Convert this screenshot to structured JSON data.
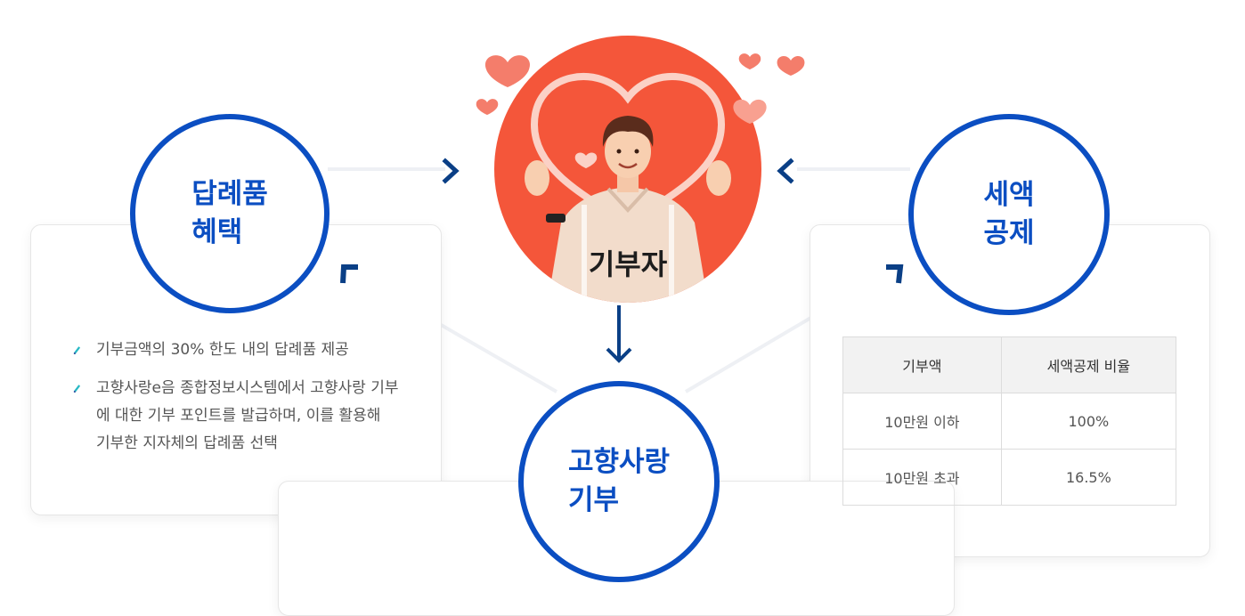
{
  "center": {
    "label": "기부자"
  },
  "gift": {
    "title": "답례품\n혜택",
    "items": [
      "기부금액의 30% 한도 내의 답례품 제공",
      "고향사랑e음 종합정보시스템에서 고향사랑 기부에 대한 기부 포인트를 발급하며, 이를 활용해 기부한 지자체의 답례품 선택"
    ]
  },
  "tax": {
    "title": "세액\n공제",
    "table": {
      "headers": [
        "기부액",
        "세액공제 비율"
      ],
      "rows": [
        [
          "10만원 이하",
          "100%"
        ],
        [
          "10만원 초과",
          "16.5%"
        ]
      ]
    }
  },
  "hometown": {
    "title": "고향사랑\n기부"
  },
  "colors": {
    "primary": "#0b4ec2",
    "accent": "#f4563a",
    "heart": "#f47d6b"
  }
}
